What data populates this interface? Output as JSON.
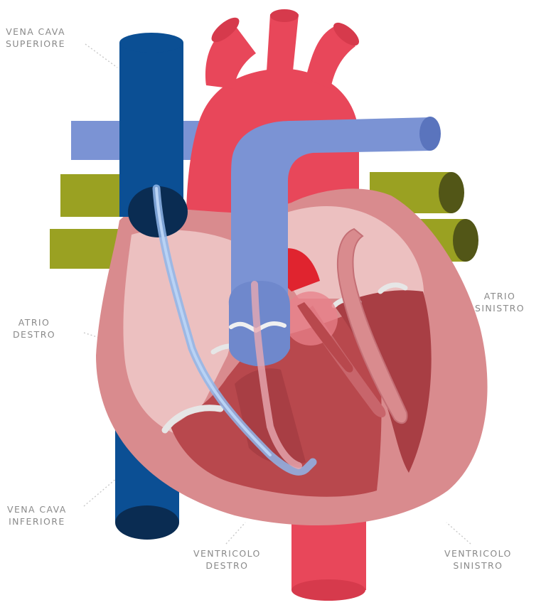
{
  "labels": {
    "vena_cava_superiore": [
      "VENA CAVA",
      "SUPERIORE"
    ],
    "atrio_destro": [
      "ATRIO",
      "DESTRO"
    ],
    "atrio_sinistro": [
      "ATRIO",
      "SINISTRO"
    ],
    "vena_cava_inferiore": [
      "VENA CAVA",
      "INFERIORE"
    ],
    "ventricolo_destro": [
      "VENTRICOLO",
      "DESTRO"
    ],
    "ventricolo_sinistro": [
      "VENTRICOLO",
      "SINISTRO"
    ]
  },
  "colors": {
    "vena_cava": "#0b4f94",
    "vena_cava_opening": "#0a2c52",
    "aorta": "#e8475a",
    "pulmonary_artery": "#7b93d4",
    "pulmonary_veins": "#9aa122",
    "heart_outer": "#d98b8e",
    "heart_inner": "#ecc0c0",
    "ventricle_muscle": "#b8484d",
    "valve": "#e6e6e6",
    "label_text": "#8a8a8a"
  }
}
